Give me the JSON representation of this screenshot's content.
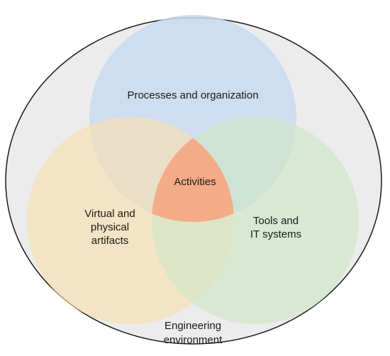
{
  "diagram": {
    "outer_label_line1": "Engineering",
    "outer_label_line2": "environment",
    "processes_label": "Processes and organization",
    "artifacts_label_line1": "Virtual and",
    "artifacts_label_line2": "physical",
    "artifacts_label_line3": "artifacts",
    "tools_label_line1": "Tools and",
    "tools_label_line2": "IT systems",
    "center_label": "Activities"
  },
  "colors": {
    "outer_fill": "#ececec",
    "outer_stroke": "#1a1a1a",
    "processes_fill": "#c9daf0",
    "artifacts_fill": "#f7e1b0",
    "tools_fill": "#cfe6c6",
    "center_fill": "#f4ab87"
  }
}
